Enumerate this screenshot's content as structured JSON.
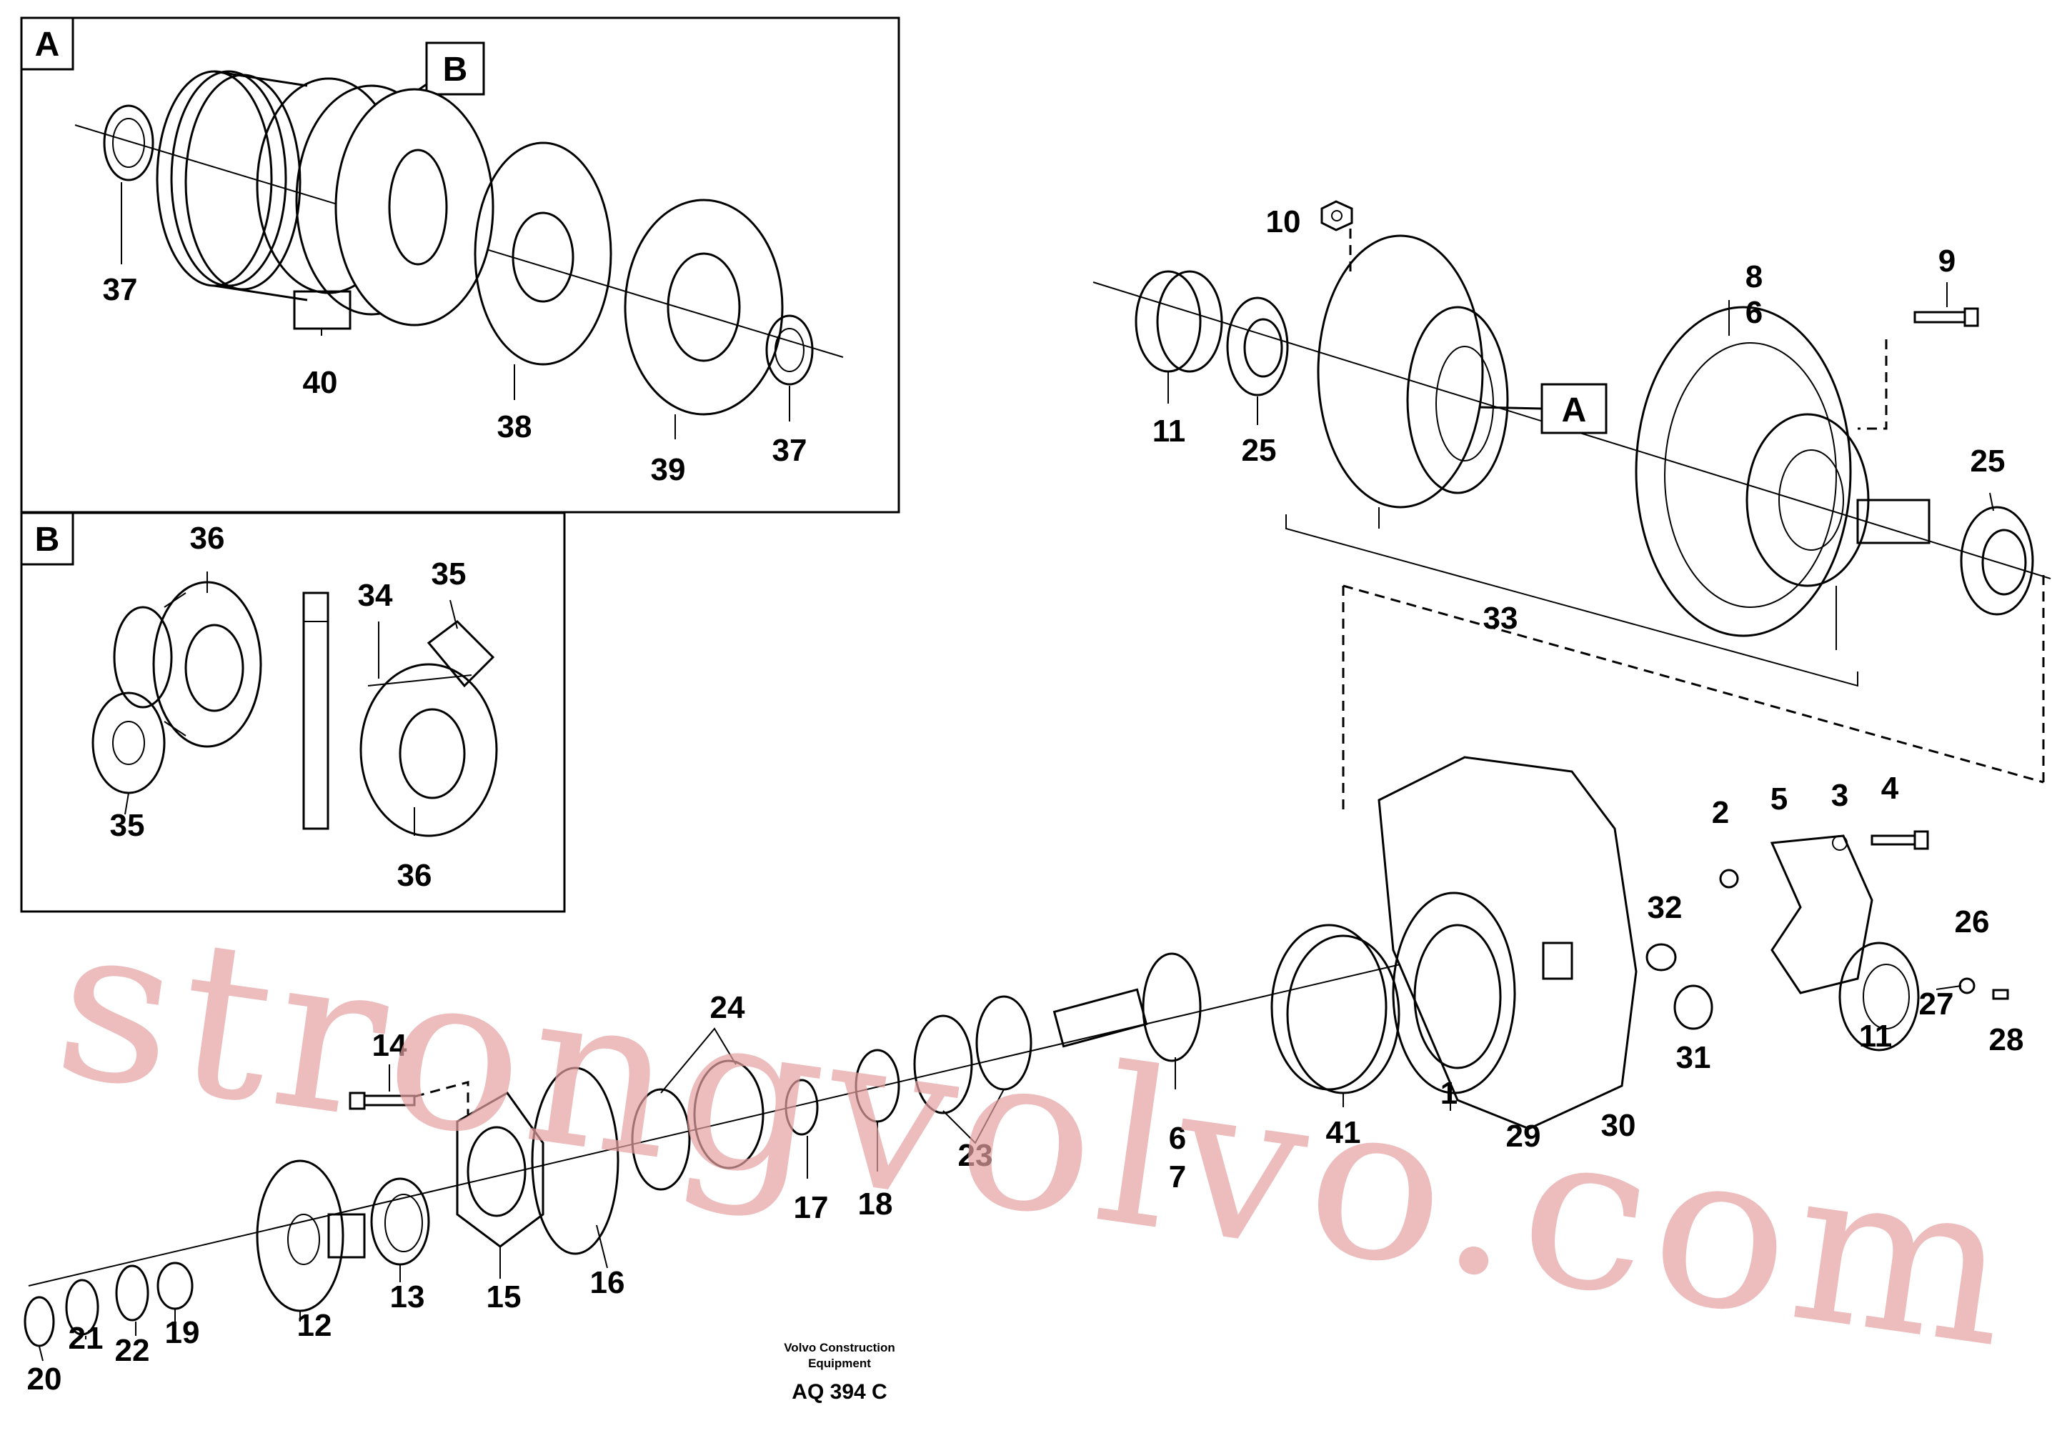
{
  "diagram": {
    "title": "",
    "insets": [
      {
        "id": "A",
        "letter": "A"
      },
      {
        "id": "B",
        "letter": "B"
      }
    ],
    "callout_boxes": [
      {
        "id": "ref-b-in-a",
        "letter": "B"
      },
      {
        "id": "ref-a-main",
        "letter": "A"
      }
    ],
    "part_labels": [
      "37",
      "40",
      "38",
      "39",
      "37",
      "36",
      "34",
      "35",
      "35",
      "36",
      "10",
      "11",
      "25",
      "8",
      "6",
      "9",
      "25",
      "33",
      "2",
      "5",
      "3",
      "4",
      "32",
      "26",
      "27",
      "28",
      "11",
      "31",
      "30",
      "29",
      "1",
      "41",
      "6",
      "7",
      "24",
      "23",
      "18",
      "17",
      "16",
      "15",
      "14",
      "13",
      "12",
      "19",
      "22",
      "21",
      "20"
    ],
    "icons": [
      "exploded-assembly-drawing"
    ]
  },
  "footer": {
    "maker_line1": "Volvo Construction",
    "maker_line2": "Equipment",
    "code": "AQ 394 C"
  },
  "watermark": {
    "text": "strongvolvo.com",
    "color": "#e6a0a0"
  }
}
